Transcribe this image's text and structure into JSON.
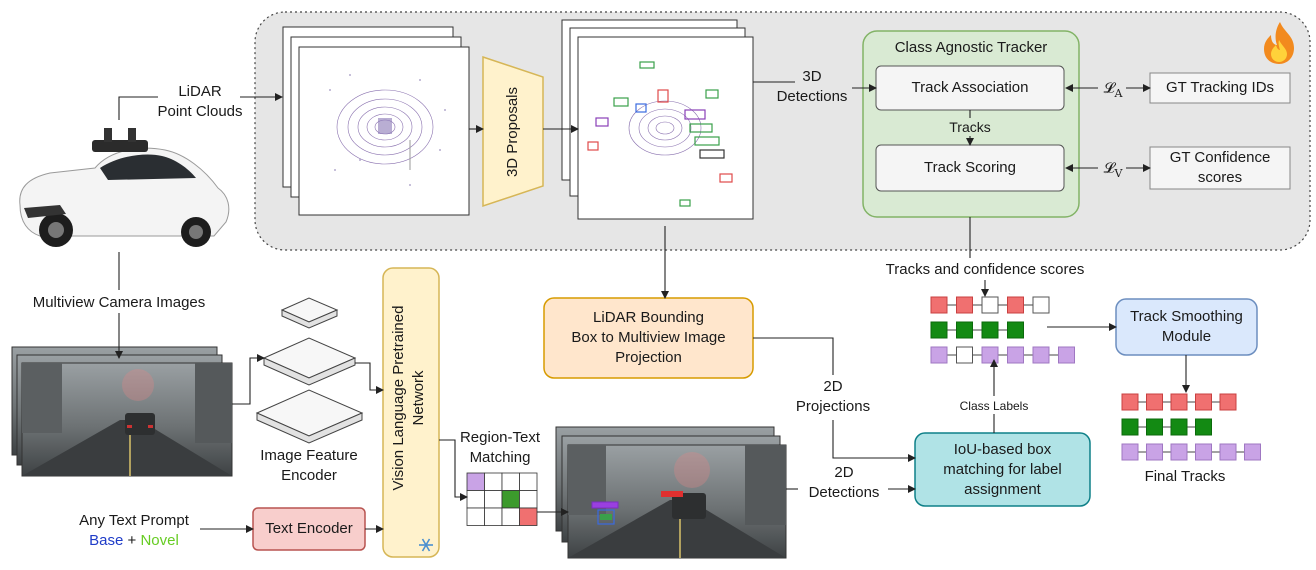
{
  "inputs": {
    "lidar_label": "LiDAR\nPoint Clouds",
    "camera_label": "Multiview Camera Images",
    "text_prompt_label": "Any Text Prompt",
    "prompt_base": "Base",
    "prompt_plus": "+",
    "prompt_novel": "Novel"
  },
  "proposal_stage": {
    "proposals_label": "3D Proposals",
    "detections_label": "3D\nDetections"
  },
  "tracker": {
    "title": "Class Agnostic Tracker",
    "track_association": "Track Association",
    "tracks_label": "Tracks",
    "track_scoring": "Track Scoring",
    "loss_a_symbol": "𝓛",
    "loss_a_sub": "A",
    "loss_v_symbol": "𝓛",
    "loss_v_sub": "V",
    "gt_tracking_ids": "GT Tracking IDs",
    "gt_confidence": "GT Confidence\nscores",
    "trainable_icon": "fire-icon",
    "output_label": "Tracks and confidence scores"
  },
  "image_branch": {
    "feature_encoder_label": "Image Feature\nEncoder",
    "vlm_label": "Vision Language Pretrained\nNetwork",
    "frozen_icon": "snowflake-icon",
    "text_encoder_label": "Text Encoder",
    "region_text_label": "Region-Text\nMatching",
    "detections_2d_label": "2D\nDetections"
  },
  "projection": {
    "box_label": "LiDAR Bounding\nBox to Multiview Image\nProjection",
    "projections_label": "2D\nProjections"
  },
  "matching": {
    "box_label": "IoU-based box\nmatching for label\nassignment",
    "class_labels": "Class Labels"
  },
  "smoothing": {
    "box_label": "Track Smoothing\nModule",
    "final_tracks_label": "Final Tracks"
  },
  "colors": {
    "red": "#f07070",
    "green": "#138a13",
    "purple": "#c9a3e6",
    "hollow": "#ffffff",
    "tracker_fill": "#d9ead3",
    "tracker_border": "#82b366",
    "projection_fill": "#ffe6cc",
    "projection_border": "#d79b00",
    "matching_fill": "#b0e3e6",
    "matching_border": "#0e8088",
    "smoothing_fill": "#dae8fc",
    "smoothing_border": "#6c8ebf",
    "text_encoder_fill": "#f8cecc",
    "text_encoder_border": "#b85450",
    "vlm_fill": "#fff2cc",
    "vlm_border": "#d6b656",
    "base_color": "#1f3cc8",
    "novel_color": "#66cc22"
  },
  "track_rows": {
    "input": [
      [
        "red",
        "red",
        "hollow",
        "red",
        "hollow"
      ],
      [
        "green",
        "green",
        "green",
        "green"
      ],
      [
        "purple",
        "hollow",
        "purple",
        "purple",
        "purple",
        "purple"
      ]
    ],
    "final": [
      [
        "red",
        "red",
        "red",
        "red",
        "red"
      ],
      [
        "green",
        "green",
        "green",
        "green"
      ],
      [
        "purple",
        "purple",
        "purple",
        "purple",
        "purple",
        "purple"
      ]
    ]
  },
  "region_grid": {
    "rows": [
      [
        "purple",
        "",
        "",
        ""
      ],
      [
        "",
        "",
        "green",
        ""
      ],
      [
        "",
        "",
        "",
        "red"
      ]
    ]
  }
}
